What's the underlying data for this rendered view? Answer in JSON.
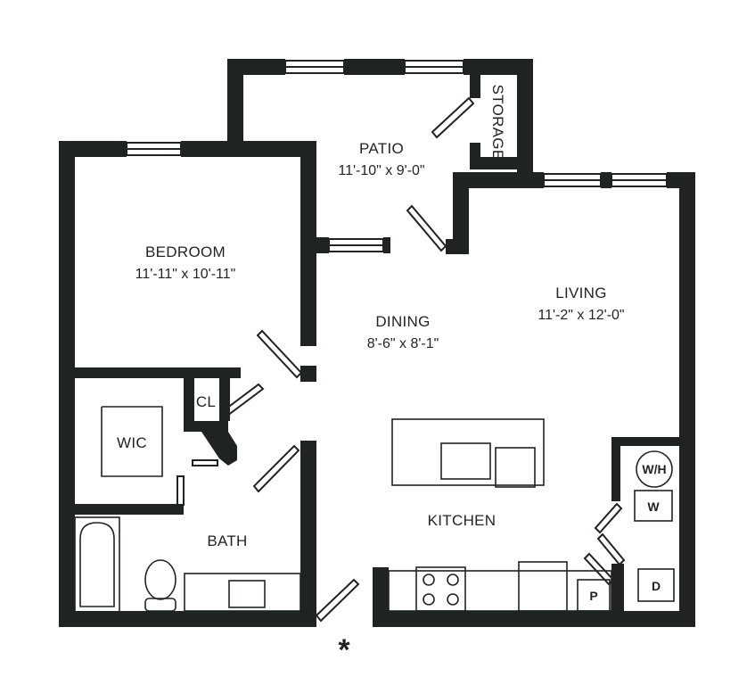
{
  "colors": {
    "wall": "#1f2421",
    "line": "#1f2421",
    "background": "#ffffff"
  },
  "rooms": {
    "patio": {
      "name": "PATIO",
      "dims": "11'-10\" x 9'-0\""
    },
    "storage": {
      "name": "STORAGE"
    },
    "bedroom": {
      "name": "BEDROOM",
      "dims": "11'-11\" x 10'-11\""
    },
    "dining": {
      "name": "DINING",
      "dims": "8'-6\" x 8'-1\""
    },
    "living": {
      "name": "LIVING",
      "dims": "11'-2\" x 12'-0\""
    },
    "wic": {
      "name": "WIC"
    },
    "closet": {
      "name": "CL"
    },
    "bath": {
      "name": "BATH"
    },
    "kitchen": {
      "name": "KITCHEN"
    }
  },
  "appliances": {
    "water_heater": "W/H",
    "washer": "W",
    "dryer": "D",
    "pantry": "P"
  },
  "entry_marker": "*"
}
